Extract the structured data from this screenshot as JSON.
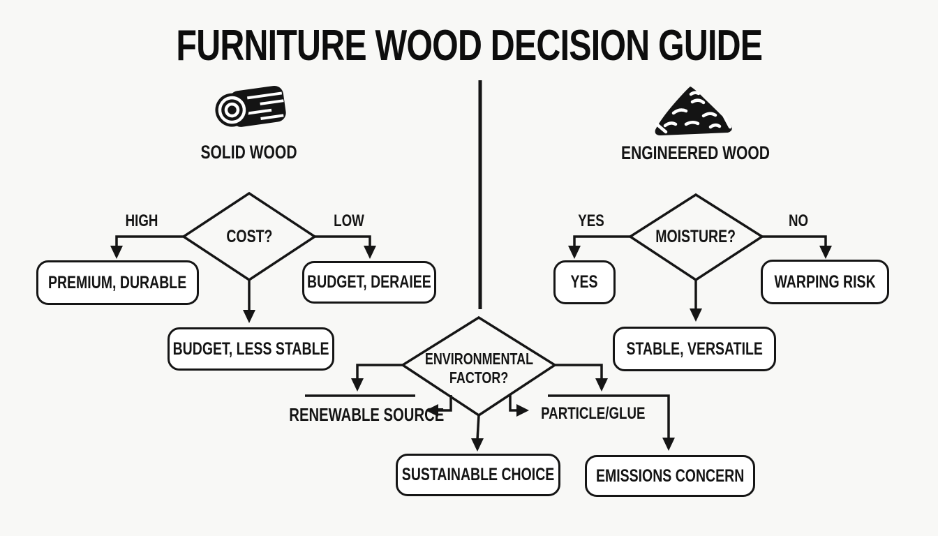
{
  "title": "FURNITURE WOOD DECISION GUIDE",
  "left_branch": {
    "icon": "log-icon",
    "label": "SOLID WOOD",
    "decision": "COST?",
    "branch_left_label": "HIGH",
    "branch_right_label": "LOW",
    "outcome_high": "PREMIUM, DURABLE",
    "outcome_low": "BUDGET, DERAIEE",
    "outcome_down": "BUDGET, LESS STABLE"
  },
  "right_branch": {
    "icon": "wood-particle-pile-icon",
    "label": "ENGINEERED WOOD",
    "decision": "MOISTURE?",
    "branch_left_label": "YES",
    "branch_right_label": "NO",
    "outcome_yes": "YES",
    "outcome_no": "WARPING RISK",
    "outcome_down": "STABLE, VERSATILE"
  },
  "center_branch": {
    "decision_line1": "ENVIRONMENTAL",
    "decision_line2": "FACTOR?",
    "left_option": "RENEWABLE SOURCE",
    "right_option": "PARTICLE/GLUE",
    "left_outcome": "SUSTAINABLE CHOICE",
    "right_outcome": "EMISSIONS CONCERN"
  },
  "colors": {
    "ink": "#151515",
    "background": "#f8f8f6",
    "box_fill": "#ffffff"
  }
}
